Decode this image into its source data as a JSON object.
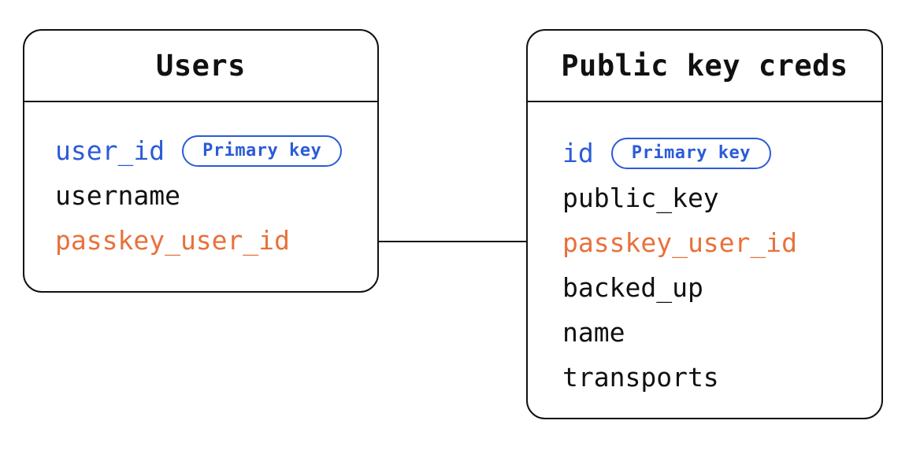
{
  "diagram_type": "entity-relationship",
  "colors": {
    "primary_key_blue": "#2B5BD7",
    "foreign_key_orange": "#E8713C",
    "text_black": "#111111",
    "border_black": "#111111",
    "background": "#ffffff"
  },
  "tables": [
    {
      "name": "Users",
      "fields": [
        {
          "label": "user_id",
          "role": "primary-key",
          "badge": "Primary key"
        },
        {
          "label": "username",
          "role": "normal"
        },
        {
          "label": "passkey_user_id",
          "role": "foreign-key"
        }
      ]
    },
    {
      "name": "Public key creds",
      "fields": [
        {
          "label": "id",
          "role": "primary-key",
          "badge": "Primary key"
        },
        {
          "label": "public_key",
          "role": "normal"
        },
        {
          "label": "passkey_user_id",
          "role": "foreign-key"
        },
        {
          "label": "backed_up",
          "role": "normal"
        },
        {
          "label": "name",
          "role": "normal"
        },
        {
          "label": "transports",
          "role": "normal"
        }
      ]
    }
  ],
  "relationship": {
    "from": "Users.passkey_user_id",
    "to": "Public key creds.passkey_user_id"
  }
}
